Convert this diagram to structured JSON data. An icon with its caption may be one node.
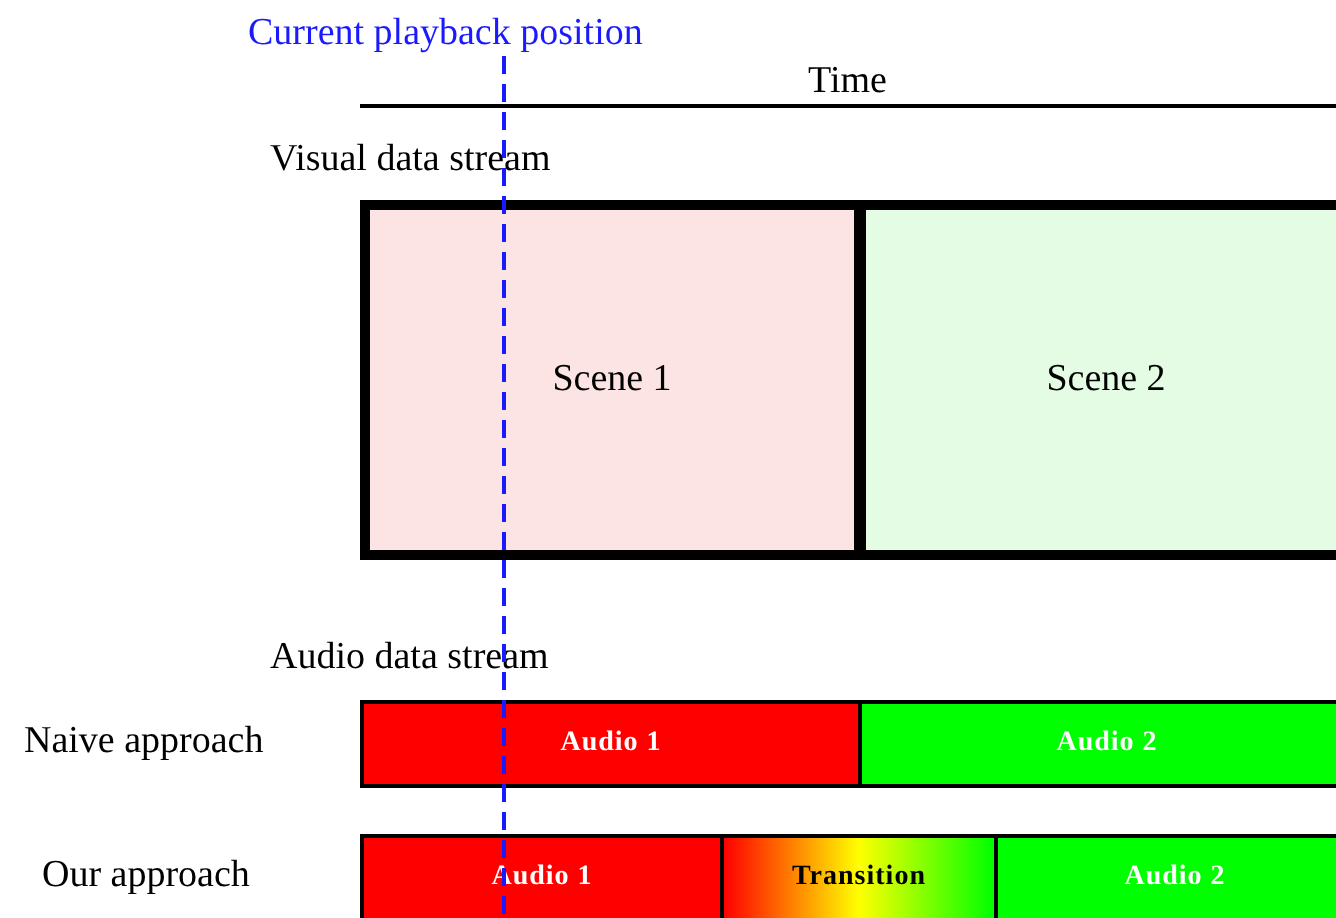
{
  "diagram": {
    "nodes": [
      {
        "text": [
          "Scene 1"
        ]
      },
      {
        "text": [
          "Scene 2"
        ]
      },
      {
        "text": [
          "Audio 1"
        ]
      },
      {
        "text": [
          "Audio 2"
        ]
      },
      {
        "text": [
          "Audio 1"
        ]
      },
      {
        "text": [
          "Transition"
        ]
      },
      {
        "text": [
          "Audio 2"
        ]
      }
    ],
    "edges": [],
    "labels": [
      "Current playback position",
      "Time",
      "Visual data stream",
      "Audio data stream",
      "Naive approach",
      "Our approach"
    ]
  }
}
